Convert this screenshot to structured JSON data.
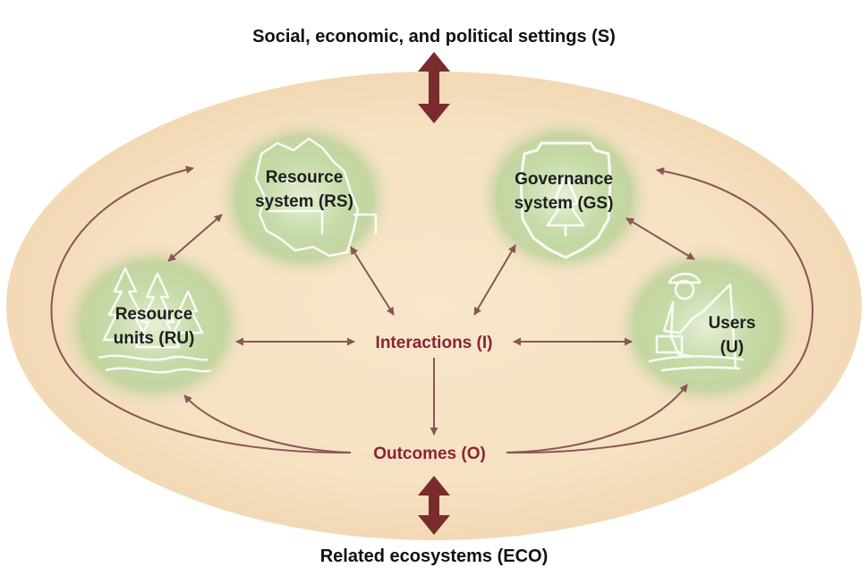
{
  "diagram": {
    "settings_label": "Social, economic, and political settings (S)",
    "ecosystems_label": "Related ecosystems (ECO)",
    "resource_system": {
      "line1": "Resource",
      "line2": "system (RS)",
      "icon": "map-icon"
    },
    "governance_system": {
      "line1": "Governance",
      "line2": "system (GS)",
      "icon": "shield-tree-icon"
    },
    "resource_units": {
      "line1": "Resource",
      "line2": "units (RU)",
      "icon": "forest-icon"
    },
    "users": {
      "line1": "Users",
      "line2": "(U)",
      "icon": "fisherman-icon"
    },
    "interactions": "Interactions (I)",
    "outcomes": "Outcomes (O)"
  },
  "colors": {
    "ellipse_fill": "#f6e3c6",
    "arrow": "#8a5557",
    "double_arrow": "#7a2b2e",
    "core_text": "#8a2432",
    "node_glow": "#b9d49a"
  }
}
